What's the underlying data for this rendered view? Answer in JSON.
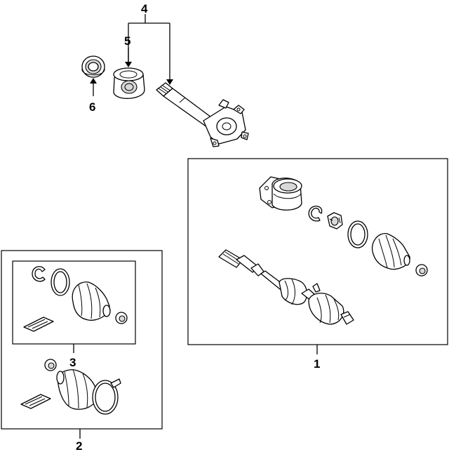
{
  "diagram": {
    "callouts": [
      {
        "id": "1",
        "label": "1"
      },
      {
        "id": "2",
        "label": "2"
      },
      {
        "id": "3",
        "label": "3"
      },
      {
        "id": "4",
        "label": "4"
      },
      {
        "id": "5",
        "label": "5"
      },
      {
        "id": "6",
        "label": "6"
      }
    ],
    "colors": {
      "line": "#000000",
      "fill": "#ffffff",
      "shade": "#d8d8d8"
    }
  }
}
